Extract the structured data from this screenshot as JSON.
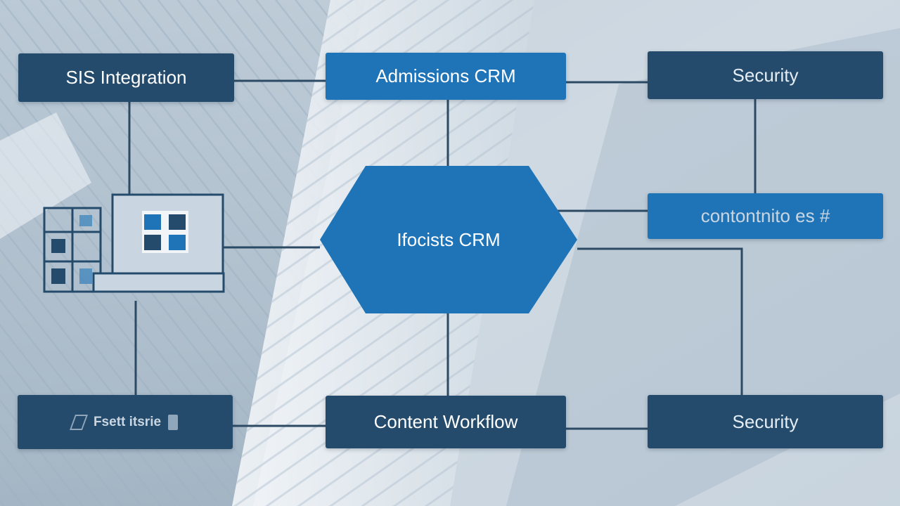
{
  "colors": {
    "box_dark": "#244b6b",
    "box_blue": "#1f74b8",
    "connector": "#2c4a63",
    "background": "#dfe7ee"
  },
  "nodes": {
    "sis_integration": "SIS Integration",
    "admissions_crm": "Admissions CRM",
    "security_top": "Security",
    "center_hub": "Ifocists CRM",
    "right_middle": "contontnito es #",
    "bottom_left": "Fsett itsrie",
    "content_workflow": "Content Workflow",
    "security_bottom": "Security"
  },
  "icons": [
    "document-icon",
    "tag-icon",
    "dashboard-icon"
  ]
}
